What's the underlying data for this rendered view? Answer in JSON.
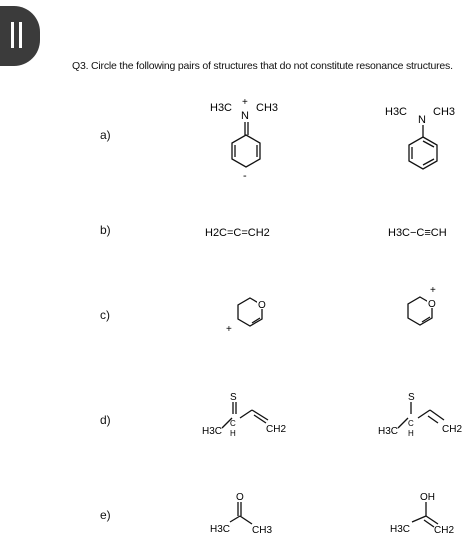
{
  "question_text": "Q3. Circle the following pairs of structures that do not constitute resonance structures.",
  "parts": [
    {
      "label": "a)",
      "left": {
        "atoms": [
          "H3C",
          "N",
          "CH3",
          "+",
          "-"
        ]
      },
      "right": {
        "atoms": [
          "H3C",
          "N",
          "CH3"
        ]
      }
    },
    {
      "label": "b)",
      "left": {
        "formula": "H2C=C=CH2"
      },
      "right": {
        "formula": "H3C−C≡CH"
      }
    },
    {
      "label": "c)",
      "left": {
        "atoms": [
          "O",
          "+"
        ]
      },
      "right": {
        "atoms": [
          "O",
          "+"
        ]
      }
    },
    {
      "label": "d)",
      "left": {
        "atoms": [
          "S",
          "H3C",
          "C",
          "H",
          "CH2"
        ]
      },
      "right": {
        "atoms": [
          "S",
          "H3C",
          "C",
          "H",
          "CH2"
        ]
      }
    },
    {
      "label": "e)",
      "left": {
        "atoms": [
          "O",
          "H3C",
          "CH3"
        ]
      },
      "right": {
        "atoms": [
          "OH",
          "H3C",
          "CH2"
        ]
      }
    }
  ]
}
